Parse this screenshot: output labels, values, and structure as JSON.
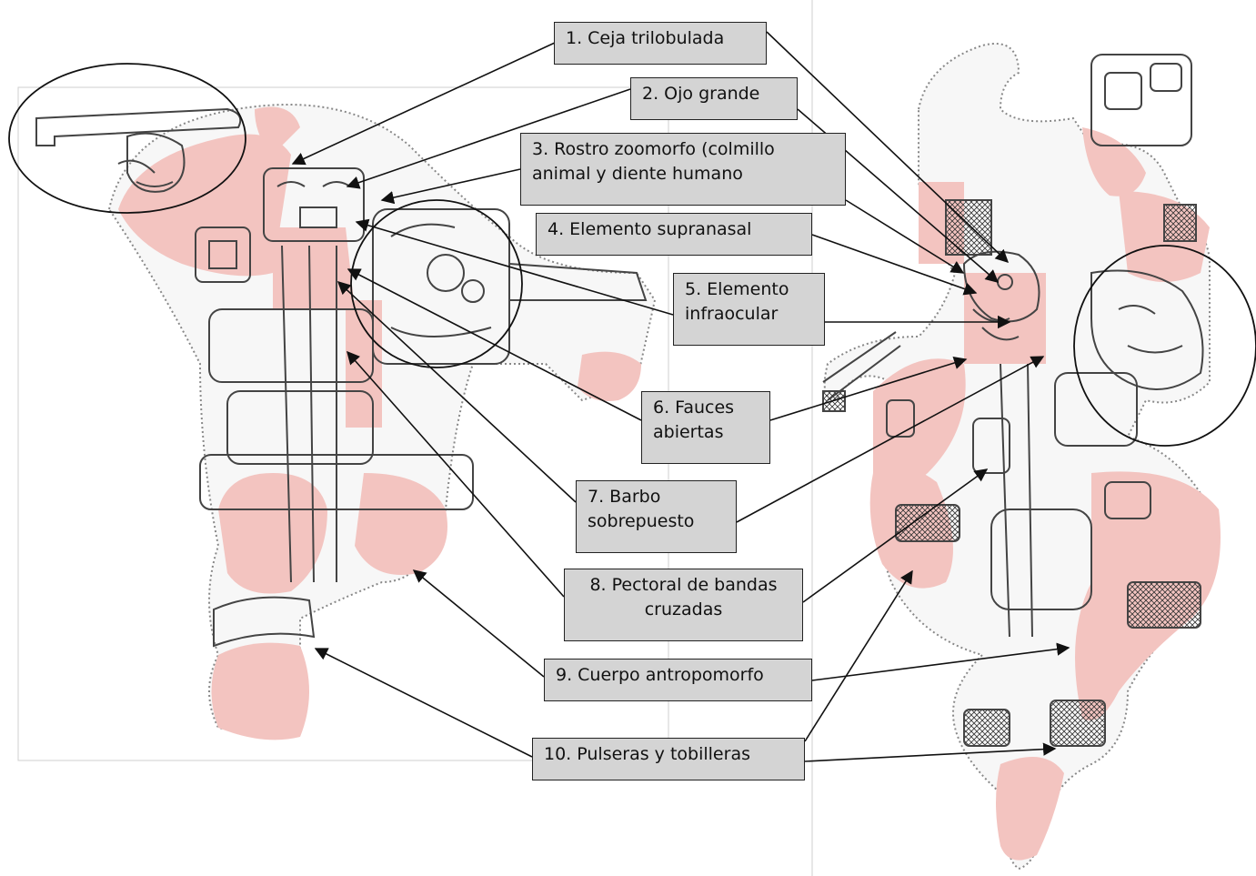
{
  "labels": [
    {
      "text": "1. Ceja trilobulada"
    },
    {
      "text": "2. Ojo grande"
    },
    {
      "text": "3. Rostro zoomorfo (colmillo\nanimal y diente humano"
    },
    {
      "text": "4. Elemento supranasal"
    },
    {
      "text": "5. Elemento\ninfraocular"
    },
    {
      "text": "6. Fauces\nabiertas"
    },
    {
      "text": "7. Barbo\nsobrepuesto"
    },
    {
      "text": "8. Pectoral de bandas\ncruzadas"
    },
    {
      "text": "9. Cuerpo antropomorfo"
    },
    {
      "text": "10. Pulseras y tobilleras"
    }
  ],
  "colors": {
    "skin": "#f3c4c0",
    "label_fill": "#d4d4d4",
    "ink": "#222222"
  }
}
